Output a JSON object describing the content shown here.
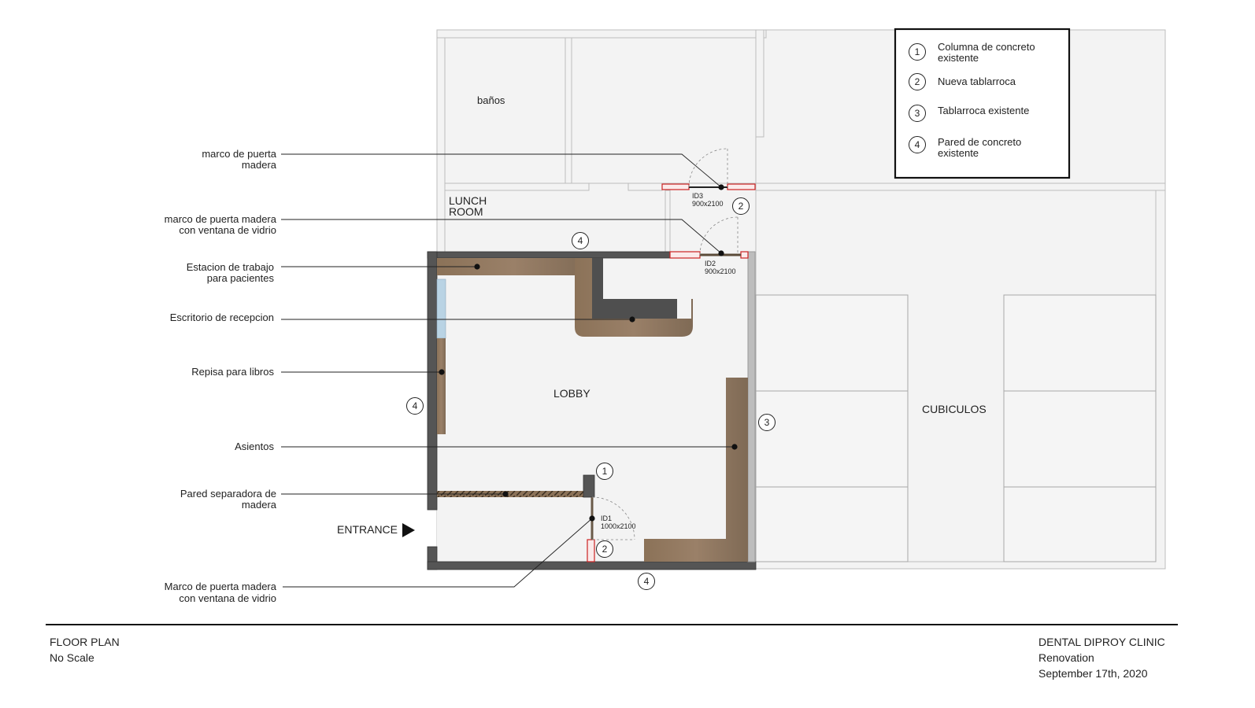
{
  "legend": {
    "items": [
      {
        "num": "1",
        "line1": "Columna de concreto",
        "line2": "existente"
      },
      {
        "num": "2",
        "line1": "Nueva tablarroca",
        "line2": ""
      },
      {
        "num": "3",
        "line1": "Tablarroca existente",
        "line2": ""
      },
      {
        "num": "4",
        "line1": "Pared de concreto",
        "line2": "existente"
      }
    ]
  },
  "rooms": {
    "banos": "baños",
    "lunch1": "LUNCH",
    "lunch2": "ROOM",
    "lobby": "LOBBY",
    "cubiculos": "CUBICULOS",
    "entrance": "ENTRANCE"
  },
  "callouts": {
    "c1a": "marco de puerta",
    "c1b": "madera",
    "c2a": "marco de puerta madera",
    "c2b": "con ventana de vidrio",
    "c3a": "Estacion de trabajo",
    "c3b": "para pacientes",
    "c4": "Escritorio de recepcion",
    "c5": "Repisa para libros",
    "c6": "Asientos",
    "c7a": "Pared separadora de",
    "c7b": "madera",
    "c8a": "Marco de puerta madera",
    "c8b": "con ventana de vidrio"
  },
  "doors": {
    "id3": "ID3",
    "id3size": "900x2100",
    "id2": "ID2",
    "id2size": "900x2100",
    "id1": "ID1",
    "id1size": "1000x2100"
  },
  "markers": {
    "m1": "1",
    "m2a": "2",
    "m2b": "2",
    "m3": "3",
    "m4a": "4",
    "m4b": "4",
    "m4c": "4"
  },
  "footer": {
    "left1": "FLOOR PLAN",
    "left2": "No Scale",
    "right1": "DENTAL DIPROY CLINIC",
    "right2": "Renovation",
    "right3": "September 17th, 2020"
  },
  "colors": {
    "wood": "#8a7560",
    "concrete": "#5a5a5a",
    "drywall_new": "#cc2222",
    "floor": "#f3f3f3"
  }
}
